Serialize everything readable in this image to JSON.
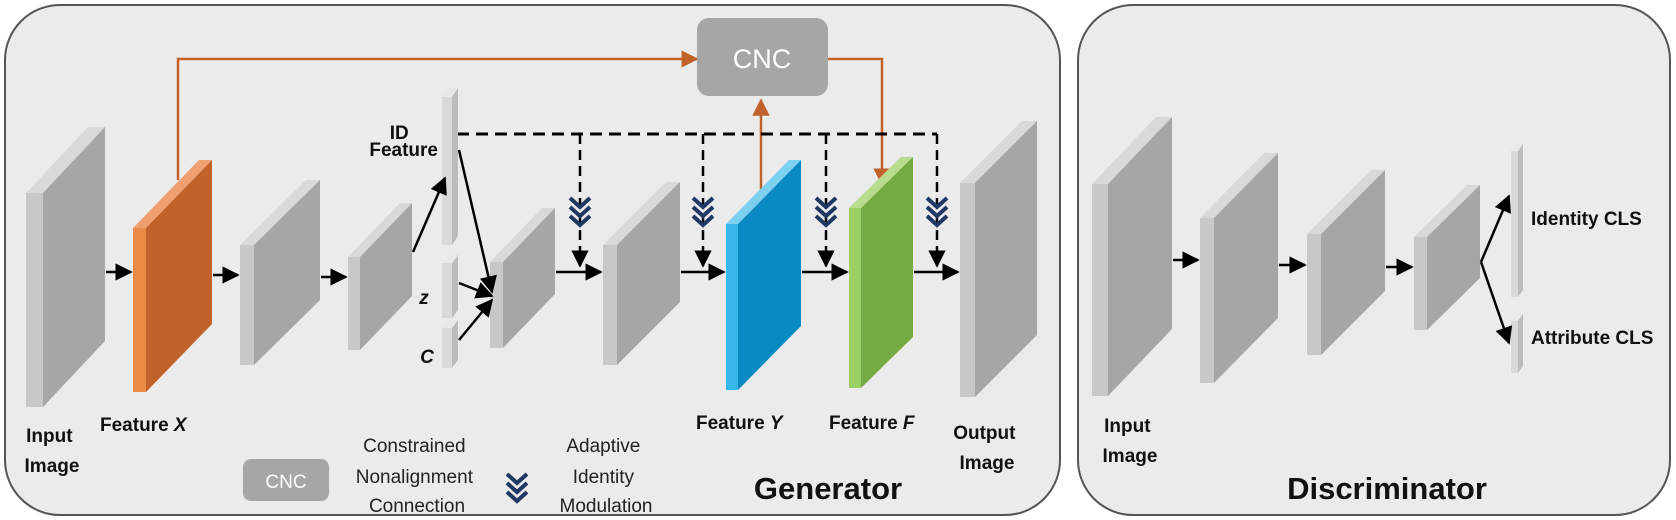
{
  "generator": {
    "title": "Generator",
    "input_label": [
      "Input",
      "Image"
    ],
    "feature_x_label": "Feature ",
    "feature_x_symbol": "X",
    "id_feature_label": [
      "ID",
      "Feature"
    ],
    "z_label": "z",
    "c_label": "C",
    "cnc_label": "CNC",
    "feature_y_label": "Feature ",
    "feature_y_symbol": "Y",
    "feature_f_label": "Feature ",
    "feature_f_symbol": "F",
    "output_label": [
      "Output",
      "Image"
    ]
  },
  "legend": {
    "cnc_badge": "CNC",
    "cnc_text": [
      "Constrained",
      "Nonalignment",
      "Connection"
    ],
    "aim_text": [
      "Adaptive",
      "Identity",
      "Modulation"
    ]
  },
  "discriminator": {
    "title": "Discriminator",
    "input_label": [
      "Input",
      "Image"
    ],
    "identity_cls": "Identity CLS",
    "attribute_cls": "Attribute CLS"
  },
  "colors": {
    "panel_bg": "#ebebeb",
    "panel_border": "#555555",
    "block_gray": "#a6a6a6",
    "block_light": "#d9d9d9",
    "feature_x": "#c0622a",
    "feature_y": "#0a8ac2",
    "feature_f": "#76aa42",
    "cnc_box": "#a6a6a6",
    "cnc_line": "#c0622a",
    "chevron": "#1f3864"
  }
}
